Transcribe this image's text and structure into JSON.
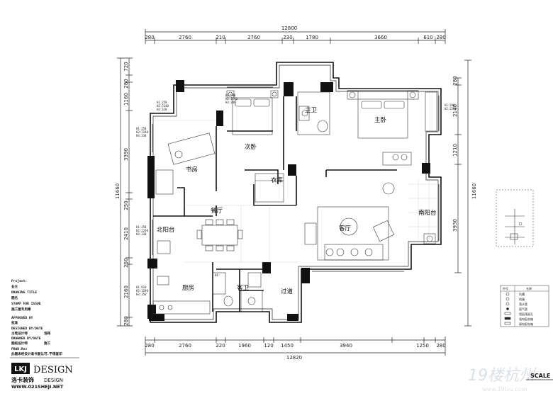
{
  "dimensions": {
    "top_total": "12800",
    "top_segments": [
      "280",
      "2760",
      "210",
      "2760",
      "230",
      "1780",
      "3660",
      "610",
      "280"
    ],
    "bottom_total": "12820",
    "bottom_segments": [
      "280",
      "2760",
      "220",
      "1960",
      "120",
      "1450",
      "3940",
      "1250",
      "280"
    ],
    "left_total": "11660",
    "left_segments": [
      "720",
      "280",
      "1160",
      "3390",
      "250",
      "2410",
      "250",
      "2160",
      "280"
    ],
    "right_total": "11660",
    "right_segments": [
      "280",
      "2140",
      "1210",
      "3930"
    ]
  },
  "rooms": {
    "study": "书房",
    "second_bedroom": "次卧",
    "master_bath": "主卫",
    "master_bedroom": "主卧",
    "closet": "衣库",
    "north_balcony": "北阳台",
    "dining": "餐厅",
    "living": "客厅",
    "south_balcony": "南阳台",
    "kitchen": "厨房",
    "guest_bath": "客卫",
    "corridor": "过道"
  },
  "window_notes": {
    "w1": [
      "H1:250",
      "H2:2240",
      "H3:320"
    ],
    "w2": [
      "H1:940",
      "H2:1590",
      "H3:340"
    ],
    "w3": [
      "H1:250",
      "H2:2240",
      "H3:330"
    ],
    "w4": [
      "H1:280",
      "H2:2220"
    ],
    "w5": [
      "H1:250",
      "H2:2240",
      "H3:330"
    ],
    "w6": [
      "H1:910",
      "H2:1590",
      "H3:350"
    ],
    "w7": [
      "H1:"
    ]
  },
  "title_block": {
    "project_label": "Project:",
    "project_value": "业主",
    "drawing_title_label": "DRAWING TITLE",
    "drawing_title_value": "图名",
    "stamp_label": "STAMP FOR ISSUE",
    "stamp_value": "施工图专用章",
    "approved_label": "APPROVED BY",
    "approved_value": "批准",
    "designed_label": "DESIGNED BY/DATE",
    "designed_value": "主笔设计师",
    "designed_name": "洛韩",
    "drawn_label": "DRAWNED BY/DATE",
    "drawn_value": "图纸设计师",
    "drawn_name": "施工",
    "prob_label": "PROB.Rev",
    "warning": "此图未经设计者书面认可,不得复印",
    "logo_mark": "LKJ",
    "logo_design": "DESIGN",
    "logo_cn": "洛卡装饰",
    "logo_design_small": "DESIGN",
    "website": "WWW.021SHEJI.NET"
  },
  "legend": {
    "col_symbol": "符号",
    "col_name": "名称",
    "items": [
      "坑槽",
      "地漏",
      "落水管",
      "煤气管",
      "墙面预留孔",
      "强电配电箱",
      "弱电配电箱"
    ]
  },
  "watermark": "19楼杭州",
  "watermark_domain": "www.19lou.com",
  "scale_label": "SCALE"
}
